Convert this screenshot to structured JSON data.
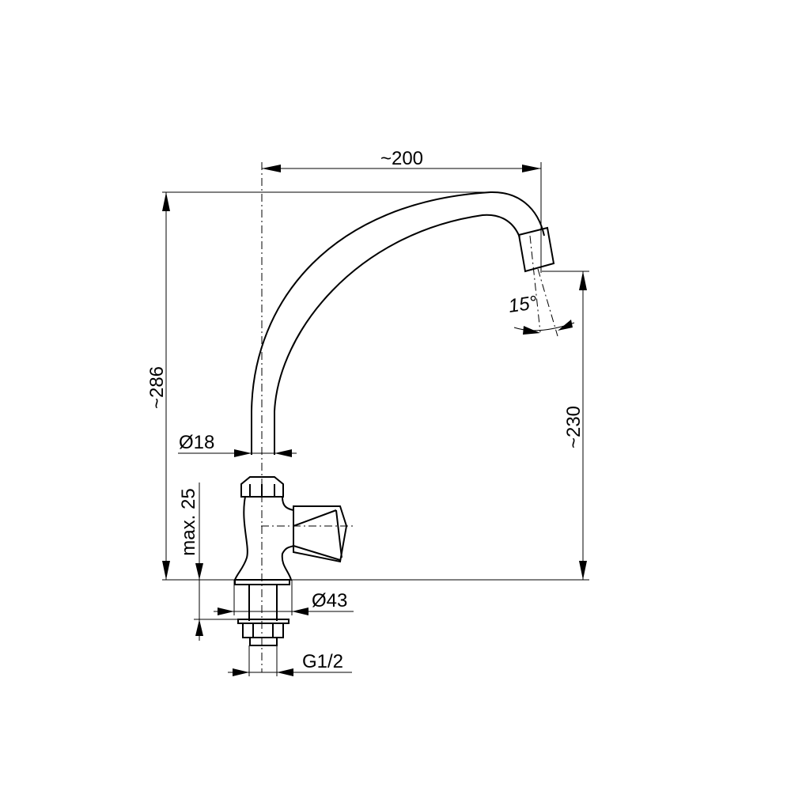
{
  "drawing": {
    "dimensions": {
      "reach": "~200",
      "total_height": "~286",
      "spout_height": "~230",
      "pipe_diameter": "Ø18",
      "base_diameter": "Ø43",
      "max_deck_thickness": "max. 25",
      "thread": "G1/2",
      "outlet_angle": "15°"
    }
  }
}
